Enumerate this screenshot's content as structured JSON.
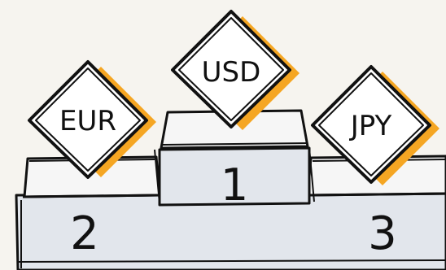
{
  "podium": {
    "first": {
      "place": "1",
      "currency": "USD"
    },
    "second": {
      "place": "2",
      "currency": "EUR"
    },
    "third": {
      "place": "3",
      "currency": "JPY"
    }
  },
  "colors": {
    "background": "#f6f4ef",
    "podium_fill": "#e2e6ec",
    "podium_top": "#f4f4f4",
    "outline": "#111111",
    "tag_shadow": "#f5a623",
    "tag_fill": "#ffffff"
  }
}
